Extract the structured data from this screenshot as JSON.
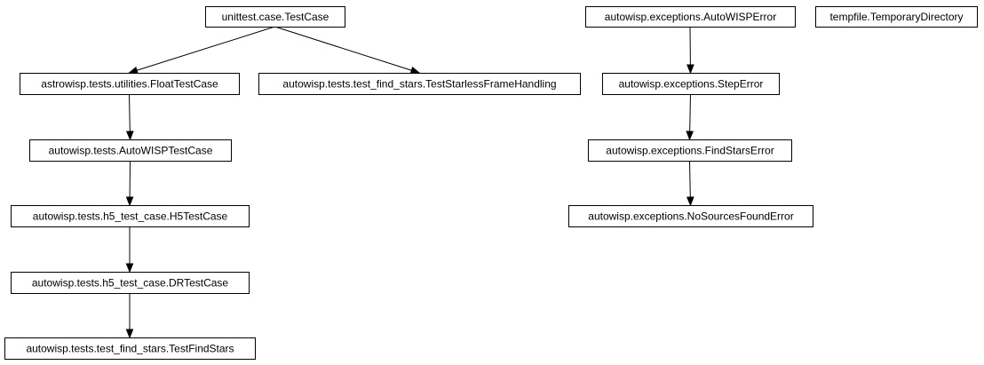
{
  "nodes": [
    {
      "id": "testcase",
      "label": "unittest.case.TestCase"
    },
    {
      "id": "floattestcase",
      "label": "astrowisp.tests.utilities.FloatTestCase"
    },
    {
      "id": "starless",
      "label": "autowisp.tests.test_find_stars.TestStarlessFrameHandling"
    },
    {
      "id": "autowisptestcase",
      "label": "autowisp.tests.AutoWISPTestCase"
    },
    {
      "id": "h5testcase",
      "label": "autowisp.tests.h5_test_case.H5TestCase"
    },
    {
      "id": "drtestcase",
      "label": "autowisp.tests.h5_test_case.DRTestCase"
    },
    {
      "id": "testfindstars",
      "label": "autowisp.tests.test_find_stars.TestFindStars"
    },
    {
      "id": "autowisperror",
      "label": "autowisp.exceptions.AutoWISPError"
    },
    {
      "id": "steperror",
      "label": "autowisp.exceptions.StepError"
    },
    {
      "id": "findstarserror",
      "label": "autowisp.exceptions.FindStarsError"
    },
    {
      "id": "nosourcesfounderror",
      "label": "autowisp.exceptions.NoSourcesFoundError"
    },
    {
      "id": "tempdir",
      "label": "tempfile.TemporaryDirectory"
    }
  ],
  "edges": [
    {
      "from": "testcase",
      "to": "floattestcase"
    },
    {
      "from": "testcase",
      "to": "starless"
    },
    {
      "from": "floattestcase",
      "to": "autowisptestcase"
    },
    {
      "from": "autowisptestcase",
      "to": "h5testcase"
    },
    {
      "from": "h5testcase",
      "to": "drtestcase"
    },
    {
      "from": "drtestcase",
      "to": "testfindstars"
    },
    {
      "from": "autowisperror",
      "to": "steperror"
    },
    {
      "from": "steperror",
      "to": "findstarserror"
    },
    {
      "from": "findstarserror",
      "to": "nosourcesfounderror"
    }
  ]
}
